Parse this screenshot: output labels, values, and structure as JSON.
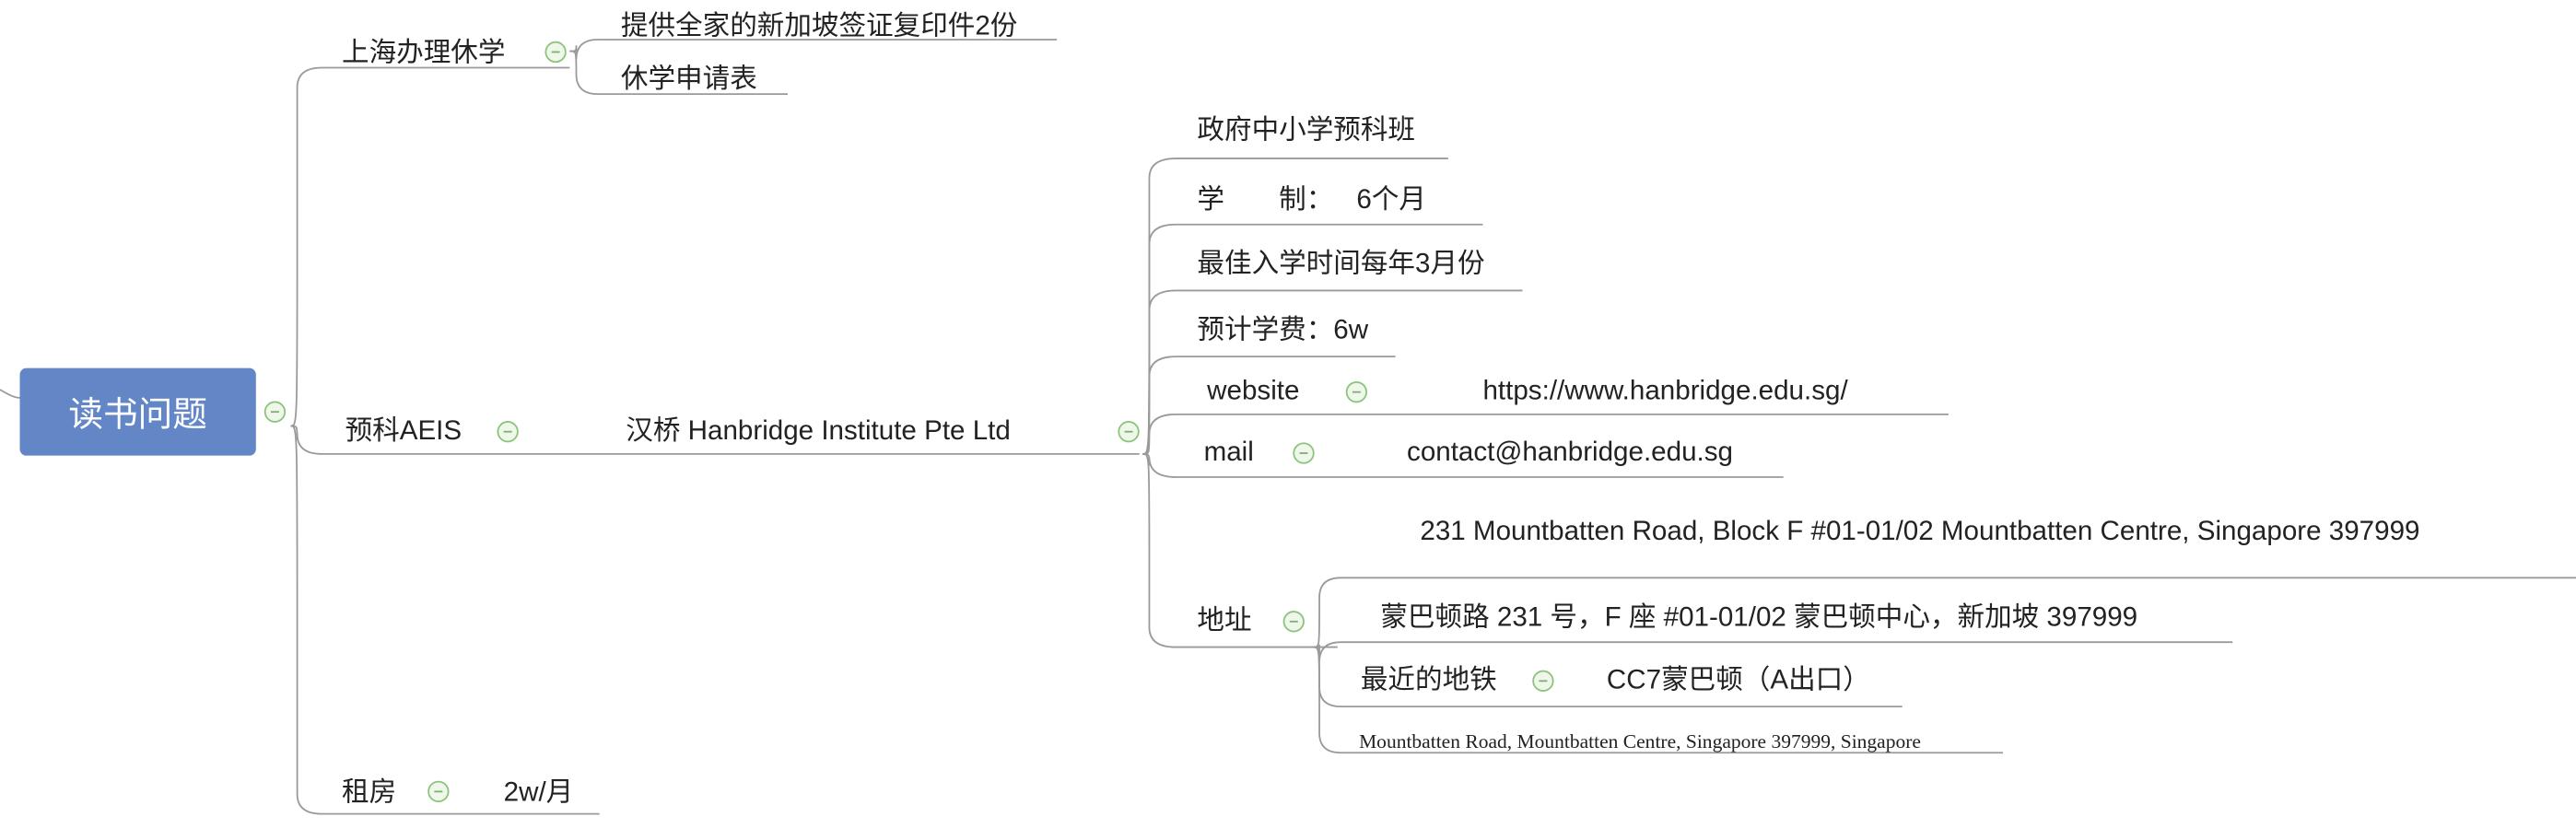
{
  "root": {
    "label": "读书问题"
  },
  "branches": {
    "shanghai": {
      "label": "上海办理休学",
      "children": [
        "提供全家的新加坡签证复印件2份",
        "休学申请表"
      ]
    },
    "aeis": {
      "label": "预科AEIS",
      "school": "汉桥 Hanbridge Institute Pte Ltd",
      "details": {
        "program": "政府中小学预科班",
        "duration_label": "学　　制：",
        "duration_value": "6个月",
        "best_time": "最佳入学时间每年3月份",
        "fee": "预计学费：6w",
        "website_label": "website",
        "website_value": "https://www.hanbridge.edu.sg/",
        "mail_label": "mail",
        "mail_value": "contact@hanbridge.edu.sg",
        "address_label": "地址",
        "address_en": "231 Mountbatten Road, Block F #01-01/02 Mountbatten Centre, Singapore 397999",
        "address_cn": "蒙巴顿路 231 号，F 座 #01-01/02 蒙巴顿中心，新加坡 397999",
        "metro_label": "最近的地铁",
        "metro_value": "CC7蒙巴顿（A出口）",
        "map_address": "Mountbatten Road, Mountbatten Centre, Singapore 397999, Singapore"
      }
    },
    "rent": {
      "label": "租房",
      "value": "2w/月"
    }
  },
  "colors": {
    "root": "#6286c6",
    "line": "#9a9a9a",
    "collapse": "#8cc47c"
  }
}
